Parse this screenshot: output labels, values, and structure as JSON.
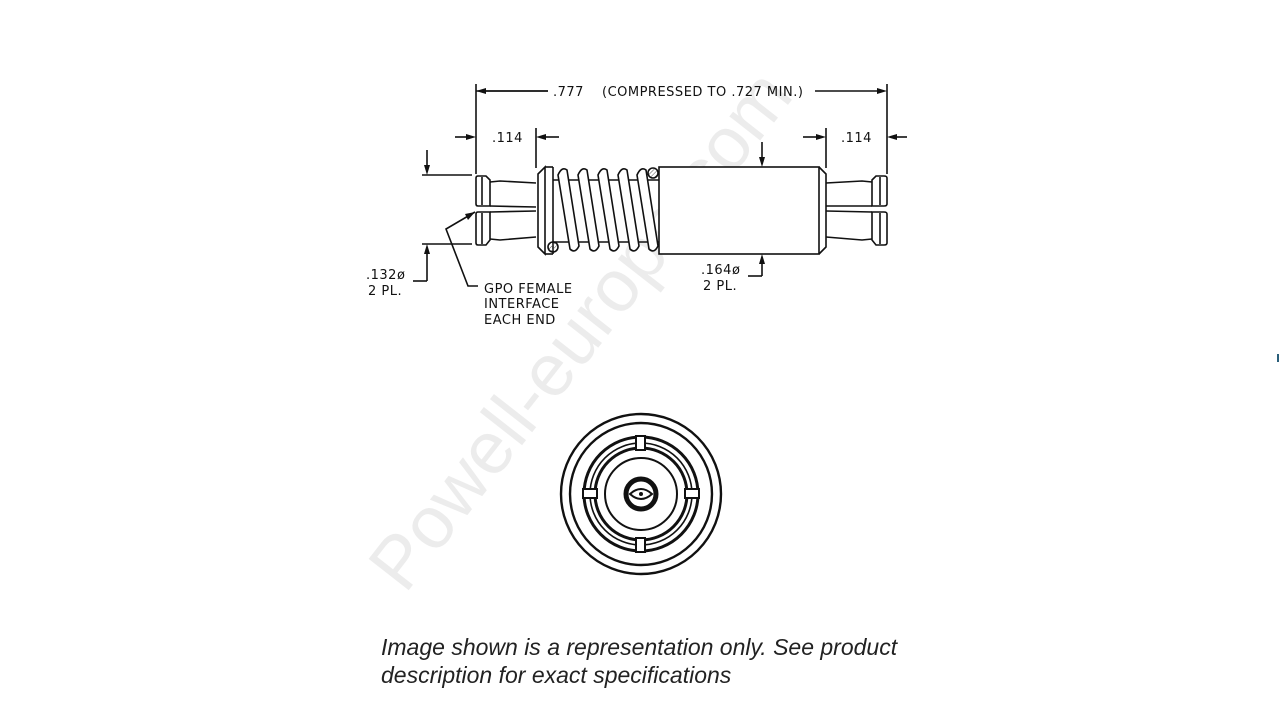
{
  "drawing": {
    "side_view": {
      "overall_length": ".777",
      "overall_note": "(COMPRESSED TO .727 MIN.)",
      "left_end_length": ".114",
      "right_end_length": ".114",
      "left_diameter": ".132ø",
      "left_diameter_qty": "2 PL.",
      "body_diameter": ".164ø",
      "body_diameter_qty": "2 PL.",
      "callout_line1": "GPO FEMALE",
      "callout_line2": "INTERFACE",
      "callout_line3": "EACH END"
    },
    "end_view": {
      "label": "end-view-gpo-interface"
    },
    "watermark": "Powell-europe.com"
  },
  "caption": {
    "text": "Image shown is a representation only. See product description for exact specifications"
  }
}
